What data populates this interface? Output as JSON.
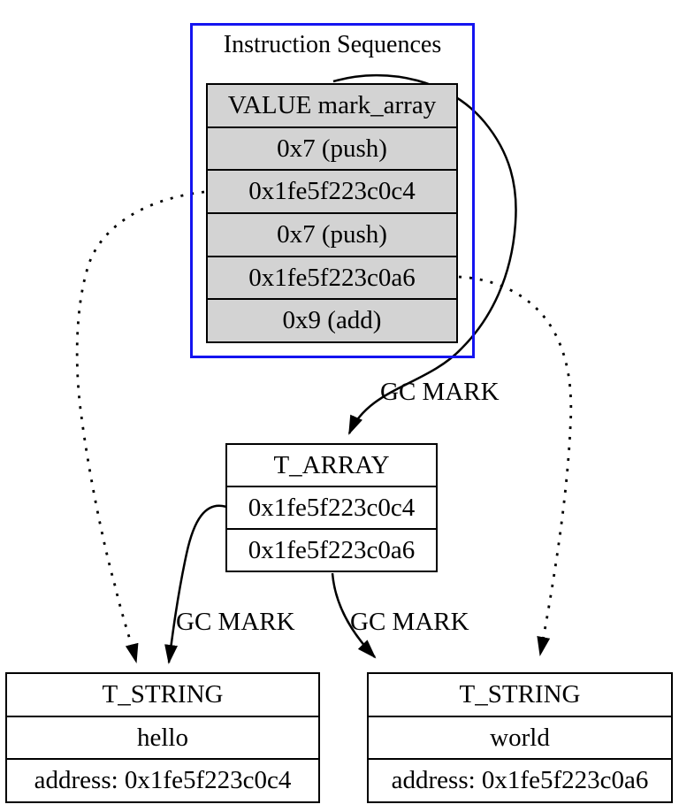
{
  "diagram": {
    "background": "#ffffff",
    "cluster": {
      "title": "Instruction Sequences",
      "border_color": "#1414f0"
    },
    "iseq": {
      "fill": "#d3d3d3",
      "rows": [
        "VALUE mark_array",
        "0x7 (push)",
        "0x1fe5f223c0c4",
        "0x7 (push)",
        "0x1fe5f223c0a6",
        "0x9 (add)"
      ]
    },
    "t_array": {
      "title": "T_ARRAY",
      "rows": [
        "0x1fe5f223c0c4",
        "0x1fe5f223c0a6"
      ]
    },
    "t_string_left": {
      "title": "T_STRING",
      "value": "hello",
      "address": "address: 0x1fe5f223c0c4"
    },
    "t_string_right": {
      "title": "T_STRING",
      "value": "world",
      "address": "address: 0x1fe5f223c0a6"
    },
    "edges": {
      "color": "#000000",
      "gc_mark_label_1": "GC MARK",
      "gc_mark_label_2": "GC MARK",
      "gc_mark_label_3": "GC MARK"
    }
  }
}
